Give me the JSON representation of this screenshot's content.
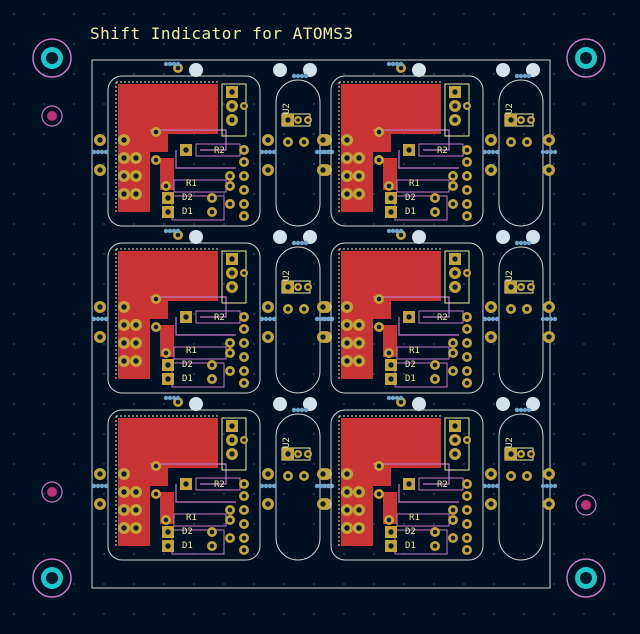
{
  "board": {
    "title": "Shift Indicator for ATOMS3",
    "colors": {
      "background": "#001023",
      "grid_dot": "#3c4f66",
      "edge_cuts": "#d0d2cd",
      "copper_front": "#c83434",
      "silkscreen": "#f2eda1",
      "pad": "#c2a23a",
      "drill": "#0a1a2c",
      "mounting_hole": "#1ec8c8",
      "fiducial": "#c0307a",
      "courtyard": "#c878c8",
      "via": "#6fa4c8"
    }
  },
  "panel": {
    "rows": 3,
    "cols": 2,
    "unit_labels": {
      "r1": "R1",
      "r2": "R2",
      "d1": "D1",
      "d2": "D2",
      "u2": "U2"
    }
  }
}
